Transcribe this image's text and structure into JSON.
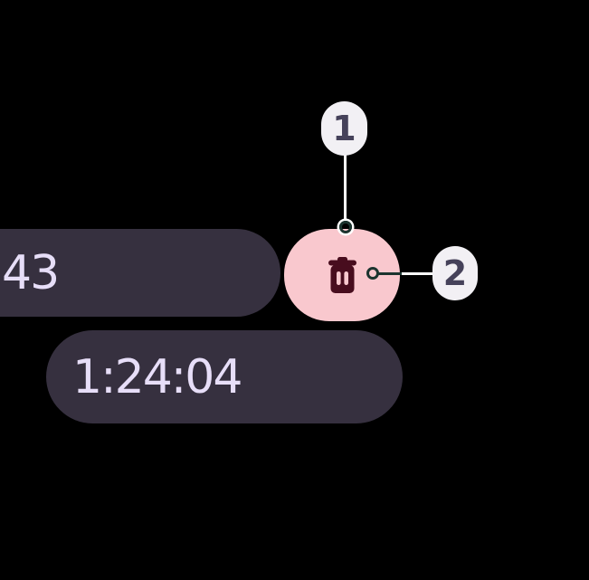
{
  "background_color": "#000000",
  "timer_chips": {
    "chip_color": "#36303F",
    "text_color": "#E7DEF8",
    "partial_chip": {
      "value": "43"
    },
    "time_chip": {
      "value": "1:24:04"
    }
  },
  "delete_button": {
    "background_color": "#F9C8CE",
    "icon": "trash-icon",
    "icon_color": "#480D1E"
  },
  "annotations": {
    "badge_background": "#F2F0F4",
    "badge_text_color": "#46425A",
    "connector_light_color": "#FFFFFF",
    "connector_dark_color": "#1C342F",
    "callouts": [
      {
        "label": "1"
      },
      {
        "label": "2"
      }
    ]
  }
}
